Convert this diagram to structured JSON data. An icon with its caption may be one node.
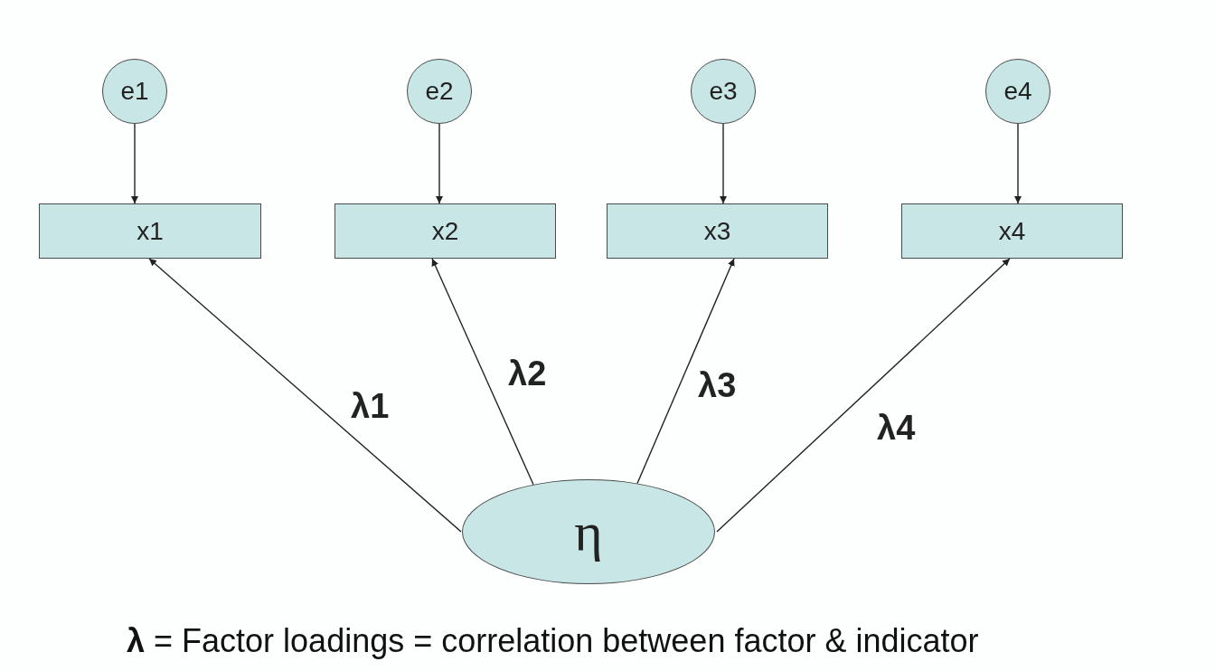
{
  "diagram": {
    "nodes": [
      {
        "text": [
          "e1"
        ]
      },
      {
        "text": [
          "e2"
        ]
      },
      {
        "text": [
          "e3"
        ]
      },
      {
        "text": [
          "e4"
        ]
      },
      {
        "text": [
          "x1"
        ]
      },
      {
        "text": [
          "x2"
        ]
      },
      {
        "text": [
          "x3"
        ]
      },
      {
        "text": [
          "x4"
        ]
      },
      {
        "text": [
          "η"
        ]
      }
    ],
    "edges": [
      {
        "from": 0,
        "to": 4,
        "arrow": "to"
      },
      {
        "from": 1,
        "to": 5,
        "arrow": "to"
      },
      {
        "from": 2,
        "to": 6,
        "arrow": "to"
      },
      {
        "from": 3,
        "to": 7,
        "arrow": "to"
      },
      {
        "from": 8,
        "to": 4,
        "arrow": "to",
        "label": "λ1"
      },
      {
        "from": 8,
        "to": 5,
        "arrow": "to",
        "label": "λ2"
      },
      {
        "from": 8,
        "to": 6,
        "arrow": "to",
        "label": "λ3"
      },
      {
        "from": 8,
        "to": 7,
        "arrow": "to",
        "label": "λ4"
      }
    ],
    "labels": [
      "**λ** = Factor loadings = correlation between factor & indicator"
    ]
  }
}
